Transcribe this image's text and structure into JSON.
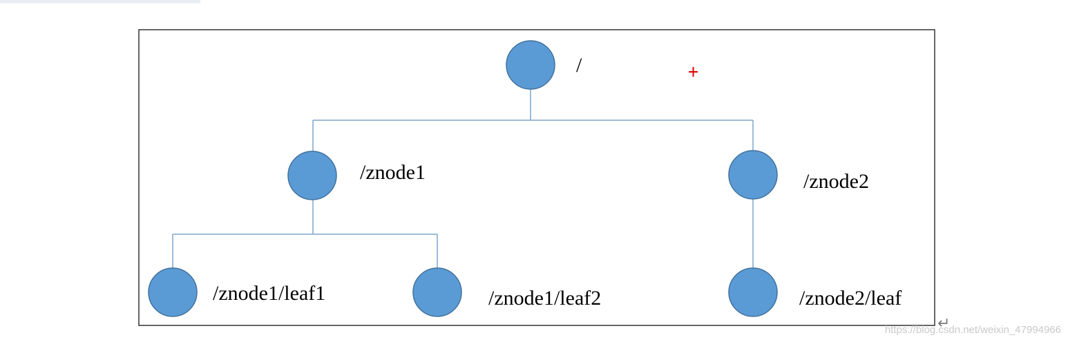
{
  "diagram": {
    "nodes": [
      {
        "id": "root",
        "label": "/"
      },
      {
        "id": "znode1",
        "label": "/znode1"
      },
      {
        "id": "znode2",
        "label": "/znode2"
      },
      {
        "id": "znode1-leaf1",
        "label": "/znode1/leaf1"
      },
      {
        "id": "znode1-leaf2",
        "label": "/znode1/leaf2"
      },
      {
        "id": "znode2-leaf",
        "label": "/znode2/leaf"
      }
    ],
    "edges": [
      {
        "from": "root",
        "to": "znode1"
      },
      {
        "from": "root",
        "to": "znode2"
      },
      {
        "from": "znode1",
        "to": "znode1-leaf1"
      },
      {
        "from": "znode1",
        "to": "znode1-leaf2"
      },
      {
        "from": "znode2",
        "to": "znode2-leaf"
      }
    ],
    "colors": {
      "node_fill": "#5b9bd5",
      "node_stroke": "#41719c",
      "edge": "#7ea6cc",
      "frame": "#000000"
    }
  },
  "watermark": "https://blog.csdn.net/weixin_47994966",
  "return_glyph": "↵",
  "cursor_icon": "red-crosshair-icon"
}
